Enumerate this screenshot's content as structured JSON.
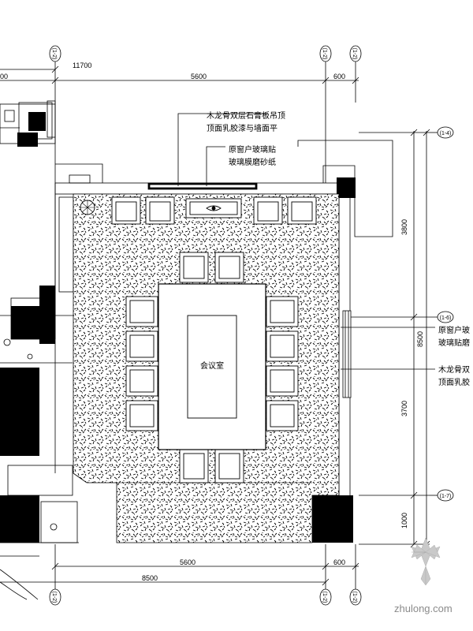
{
  "axes": {
    "top": [
      "(1-2)",
      "(1-2)",
      "(1-2)"
    ],
    "bottom": [
      "(1-2)",
      "(1-2)",
      "(1-2)"
    ],
    "right": [
      "(1-4)",
      "(1-6)",
      "(1-7)"
    ]
  },
  "dimensions": {
    "top_total": "11700",
    "top_left": "00",
    "top_mid": "5600",
    "top_right": "600",
    "bottom_mid": "5600",
    "bottom_right": "600",
    "bottom_total": "8500",
    "right_upper": "3800",
    "right_middle": "3700",
    "right_lower": "1000",
    "right_total": "8500"
  },
  "notes": {
    "top_note_line1": "木龙骨双层石膏板吊顶",
    "top_note_line2": "顶面乳胶漆与墙面平",
    "mid_note_line1": "原窗户玻璃贴",
    "mid_note_line2": "玻璃膜磨砂纸",
    "right_note_a_line1": "原窗户玻",
    "right_note_a_line2": "玻璃贴磨",
    "right_note_b_line1": "木龙骨双",
    "right_note_b_line2": "顶面乳胶"
  },
  "room_label": "会议室",
  "watermark": "zhulong.com"
}
